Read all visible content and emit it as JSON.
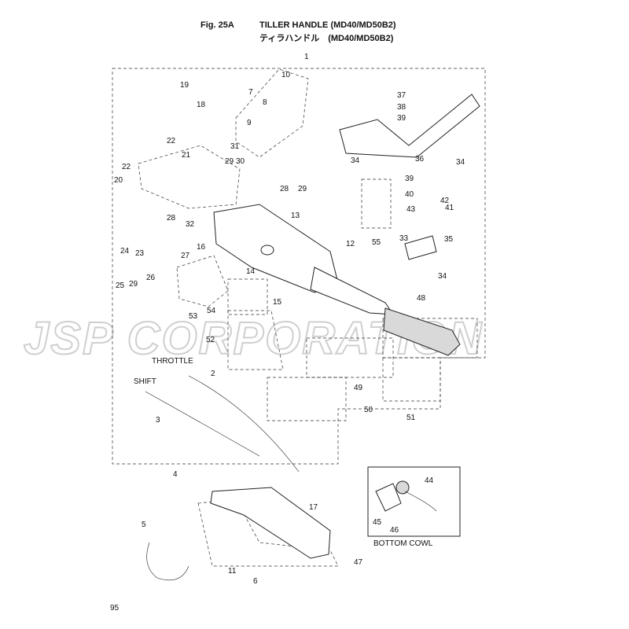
{
  "header": {
    "fig_number": "Fig. 25A",
    "title_en": "TILLER HANDLE (MD40/MD50B2)",
    "title_jp": "ティラハンドル　(MD40/MD50B2)"
  },
  "watermark": "JSP CORPORATION",
  "page_number": "95",
  "inset_label": "BOTTOM COWL",
  "part_labels": {
    "throttle": "THROTTLE",
    "shift": "SHIFT"
  },
  "callouts": [
    "1",
    "2",
    "3",
    "4",
    "5",
    "6",
    "7",
    "8",
    "9",
    "10",
    "11",
    "12",
    "13",
    "14",
    "15",
    "16",
    "17",
    "18",
    "19",
    "20",
    "21",
    "22",
    "22",
    "23",
    "24",
    "25",
    "26",
    "27",
    "28",
    "28",
    "29",
    "29",
    "29",
    "30",
    "31",
    "32",
    "33",
    "34",
    "34",
    "34",
    "35",
    "36",
    "37",
    "38",
    "39",
    "39",
    "40",
    "41",
    "42",
    "43",
    "44",
    "45",
    "46",
    "47",
    "48",
    "49",
    "50",
    "51",
    "52",
    "53",
    "54",
    "55"
  ]
}
